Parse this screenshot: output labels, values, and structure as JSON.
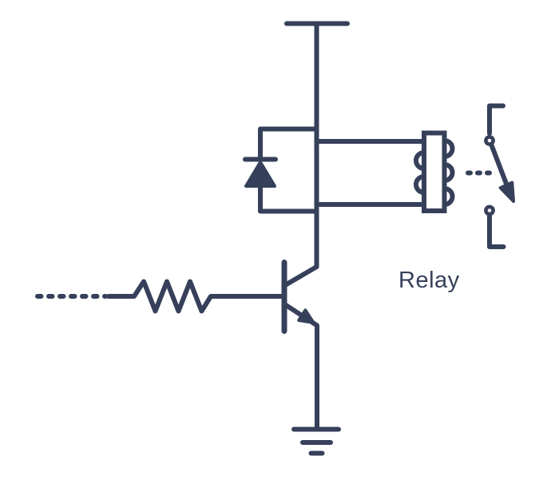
{
  "diagram": {
    "label_relay": "Relay",
    "colors": {
      "ink": "#36405A",
      "background": "#FFFFFF"
    },
    "components": [
      "power-rail",
      "supply-wire",
      "flyback-diode",
      "relay-coil",
      "coil-armature-link",
      "relay-switch",
      "npn-transistor",
      "base-resistor",
      "input-signal-wire",
      "ground"
    ]
  }
}
